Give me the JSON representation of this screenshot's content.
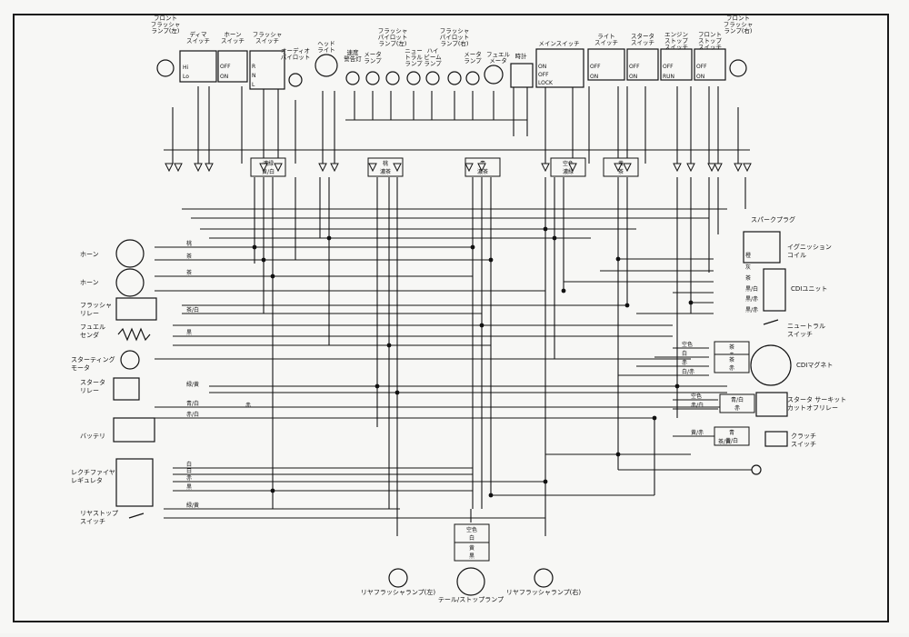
{
  "top_components": [
    {
      "id": "front_flasher_l",
      "label": [
        "フロント",
        "フラッシャ",
        "ランプ(左)"
      ]
    },
    {
      "id": "dimmer",
      "label": [
        "ディマ",
        "スイッチ"
      ]
    },
    {
      "id": "horn_sw",
      "label": [
        "ホーン",
        "スイッチ"
      ]
    },
    {
      "id": "flasher_sw",
      "label": [
        "フラッシャ",
        "スイッチ"
      ]
    },
    {
      "id": "hi_pilot",
      "label": [
        "オーディオ",
        "パイロット"
      ]
    },
    {
      "id": "headlight",
      "label": [
        "ヘッド",
        "ライト"
      ]
    },
    {
      "id": "speed_warn",
      "label": [
        "速度",
        "警告灯"
      ]
    },
    {
      "id": "meter_lamp1",
      "label": [
        "メータ",
        "ランプ"
      ]
    },
    {
      "id": "flasher_pilot_l",
      "label": [
        "フラッシャ",
        "パイロット",
        "ランプ(左)"
      ]
    },
    {
      "id": "neutral_lamp",
      "label": [
        "ニュー",
        "トラル",
        "ランプ"
      ]
    },
    {
      "id": "hibeam_lamp",
      "label": [
        "ハイ",
        "ビーム",
        "ランプ"
      ]
    },
    {
      "id": "flasher_pilot_r",
      "label": [
        "フラッシャ",
        "パイロット",
        "ランプ(右)"
      ]
    },
    {
      "id": "meter_lamp2",
      "label": [
        "メータ",
        "ランプ"
      ]
    },
    {
      "id": "fuel_meter",
      "label": [
        "フュエル",
        "メータ"
      ]
    },
    {
      "id": "clock",
      "label": [
        "時計"
      ]
    },
    {
      "id": "main_sw",
      "label": [
        "メインスイッチ"
      ]
    },
    {
      "id": "light_sw",
      "label": [
        "ライト",
        "スイッチ"
      ]
    },
    {
      "id": "starter_sw",
      "label": [
        "スタータ",
        "スイッチ"
      ]
    },
    {
      "id": "engine_stop_sw",
      "label": [
        "エンジン",
        "ストップ",
        "スイッチ"
      ]
    },
    {
      "id": "front_stop_sw",
      "label": [
        "フロント",
        "ストップ",
        "スイッチ"
      ]
    },
    {
      "id": "front_flasher_r",
      "label": [
        "フロント",
        "フラッシャ",
        "ランプ(右)"
      ]
    }
  ],
  "switch_table_labels": {
    "dimmer": [
      "Hi",
      "Lo"
    ],
    "horn": [
      "OFF",
      "ON"
    ],
    "flasher": [
      "R",
      "N",
      "L"
    ],
    "main": [
      "ON",
      "OFF",
      "LOCK"
    ],
    "light": [
      "OFF",
      "ON"
    ],
    "starter": [
      "OFF",
      "ON"
    ],
    "engine_stop": [
      "OFF",
      "RUN"
    ],
    "front_stop": [
      "OFF",
      "ON"
    ]
  },
  "left_components": [
    {
      "id": "horn1",
      "label": "ホーン"
    },
    {
      "id": "horn2",
      "label": "ホーン"
    },
    {
      "id": "flasher_relay",
      "label": [
        "フラッシャ",
        "リレー"
      ]
    },
    {
      "id": "fuel_sender",
      "label": [
        "フュエル",
        "センダ"
      ]
    },
    {
      "id": "starting_motor",
      "label": [
        "スターティング",
        "モータ"
      ]
    },
    {
      "id": "starter_relay",
      "label": [
        "スタータ",
        "リレー"
      ]
    },
    {
      "id": "battery",
      "label": "バッテリ"
    },
    {
      "id": "rectifier",
      "label": [
        "レクチファイヤ",
        "レギュレタ"
      ]
    },
    {
      "id": "rear_stop_sw",
      "label": [
        "リヤストップ",
        "スイッチ"
      ]
    }
  ],
  "right_components": [
    {
      "id": "spark_plug",
      "label": "スパークプラグ"
    },
    {
      "id": "ignition_coil",
      "label": [
        "イグニッション",
        "コイル"
      ]
    },
    {
      "id": "cdi_unit",
      "label": "CDIユニット"
    },
    {
      "id": "neutral_sw",
      "label": [
        "ニュートラル",
        "スイッチ"
      ]
    },
    {
      "id": "cdi_magneto",
      "label": "CDIマグネト"
    },
    {
      "id": "starter_cutoff",
      "label": [
        "スタータ サーキット",
        "カットオフリレー"
      ]
    },
    {
      "id": "clutch_sw",
      "label": [
        "クラッチ",
        "スイッチ"
      ]
    }
  ],
  "bottom_components": [
    {
      "id": "rear_flasher_l",
      "label": "リヤフラッシャランプ(左)"
    },
    {
      "id": "tail_stop",
      "label": "テール/ストップランプ"
    },
    {
      "id": "rear_flasher_r",
      "label": "リヤフラッシャランプ(右)"
    }
  ],
  "wire_labels_left": [
    "桃",
    "茶",
    "茶",
    "茶/白",
    "黒",
    "緑/黄",
    "青/白",
    "赤/白",
    "赤",
    "白",
    "白",
    "赤",
    "黒",
    "緑/黄"
  ],
  "wire_labels_right": [
    "橙",
    "灰",
    "茶",
    "黒/白",
    "黒/赤",
    "黒/赤",
    "空色",
    "白",
    "赤",
    "白/赤",
    "空色",
    "赤/白",
    "黄/赤",
    "茶/黄"
  ],
  "connector_texts": [
    [
      "濃緑",
      "黄/白"
    ],
    [
      "桃",
      "濃茶"
    ],
    [
      "青",
      "濃茶"
    ],
    [
      "空色",
      "濃緑"
    ],
    [
      "黄",
      "茶"
    ],
    [
      "茶",
      "赤"
    ],
    [
      "茶",
      "赤"
    ],
    [
      "青/白",
      "赤"
    ],
    [
      "青",
      "黄/白"
    ],
    [
      "空色",
      "白"
    ],
    [
      "黄",
      "黒"
    ]
  ],
  "colors": {
    "ink": "#141414",
    "paper": "#f7f7f5"
  }
}
